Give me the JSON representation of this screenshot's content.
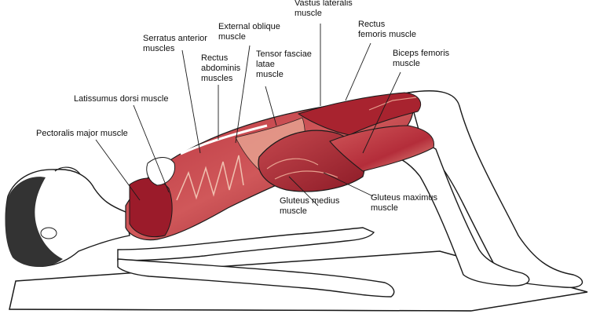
{
  "colors": {
    "muscle_dark": "#9b1b2a",
    "muscle_mid": "#c64a4f",
    "muscle_light": "#e7a08f",
    "skin": "#ffffff",
    "outline": "#1a1a1a",
    "hair": "#333333",
    "mat": "#ffffff"
  },
  "labels": {
    "vastus_lateralis": "Vastus lateralis\nmuscle",
    "external_oblique": "External oblique\nmuscle",
    "rectus_femoris": "Rectus\nfemoris muscle",
    "serratus_anterior": "Serratus anterior\nmuscles",
    "rectus_abdominis": "Rectus\nabdominis\nmuscles",
    "tensor_fasciae_latae": "Tensor fasciae\nlatae\nmuscle",
    "biceps_femoris": "Biceps femoris\nmuscle",
    "latissimus_dorsi": "Latissumus dorsi muscle",
    "pectoralis_major": "Pectoralis major muscle",
    "gluteus_medius": "Gluteus medius\nmuscle",
    "gluteus_maximus": "Gluteus maximus\nmuscle"
  }
}
